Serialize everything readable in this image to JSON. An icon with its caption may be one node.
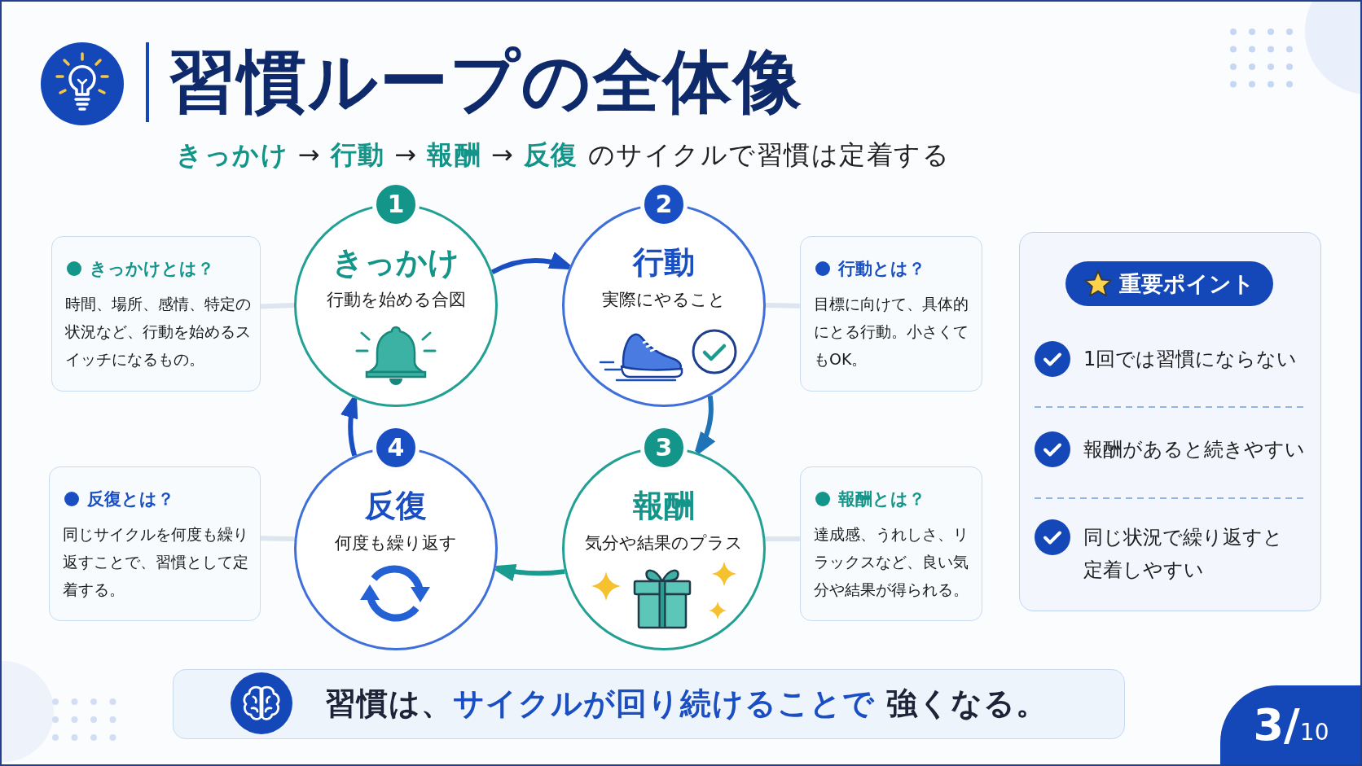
{
  "diagram": {
    "title": "習慣ループの全体像",
    "nodes": [
      {
        "text": [
          "きっかけとは？",
          "時間、場所、感情、特定の状況など、行動を始めるスイッチになるもの。"
        ]
      },
      {
        "text": [
          "1",
          "きっかけ",
          "行動を始める合図"
        ]
      },
      {
        "text": [
          "2",
          "行動",
          "実際にやること"
        ]
      },
      {
        "text": [
          "行動とは？",
          "目標に向けて、具体的にとる行動。小さくてもOK。"
        ]
      },
      {
        "text": [
          "1回では習慣にならない",
          "報酬があると続きやすい",
          "同じ状況で繰り返すと定着しやすい"
        ]
      },
      {
        "text": [
          "重要ポイント"
        ],
        "in": 4
      },
      {
        "text": [
          "反復とは？",
          "同じサイクルを何度も繰り返すことで、習慣として定着する。"
        ]
      },
      {
        "text": [
          "4",
          "反復",
          "何度も繰り返す"
        ]
      },
      {
        "text": [
          "3",
          "報酬",
          "気分や結果のプラス"
        ]
      },
      {
        "text": [
          "報酬とは？",
          "達成感、うれしさ、リラックスなど、良い気分や結果が得られる。"
        ]
      },
      {
        "text": [
          "習慣は、**サイクルが回り続けることで** 強くなる。"
        ]
      }
    ],
    "edges": [
      {
        "from": 1,
        "to": 2,
        "arrow": "to",
        "color": "#1a4fc4"
      },
      {
        "from": 2,
        "to": 8,
        "arrow": "to",
        "color": "#1f74b8"
      },
      {
        "from": 8,
        "to": 7,
        "arrow": "to",
        "color": "#1a9b8f"
      },
      {
        "from": 7,
        "to": 1,
        "arrow": "to",
        "color": "#1a4fc4"
      },
      {
        "from": 0,
        "to": 1,
        "arrow": "none",
        "color": "#dde5ef"
      },
      {
        "from": 3,
        "to": 2,
        "arrow": "none",
        "color": "#dde5ef"
      },
      {
        "from": 6,
        "to": 7,
        "arrow": "none",
        "color": "#dde5ef"
      },
      {
        "from": 9,
        "to": 8,
        "arrow": "none",
        "color": "#dde5ef"
      }
    ],
    "labels": [
      "**きっかけ** → **行動** → **報酬** → **反復** のサイクルで習慣は定着する",
      "3/10"
    ]
  }
}
